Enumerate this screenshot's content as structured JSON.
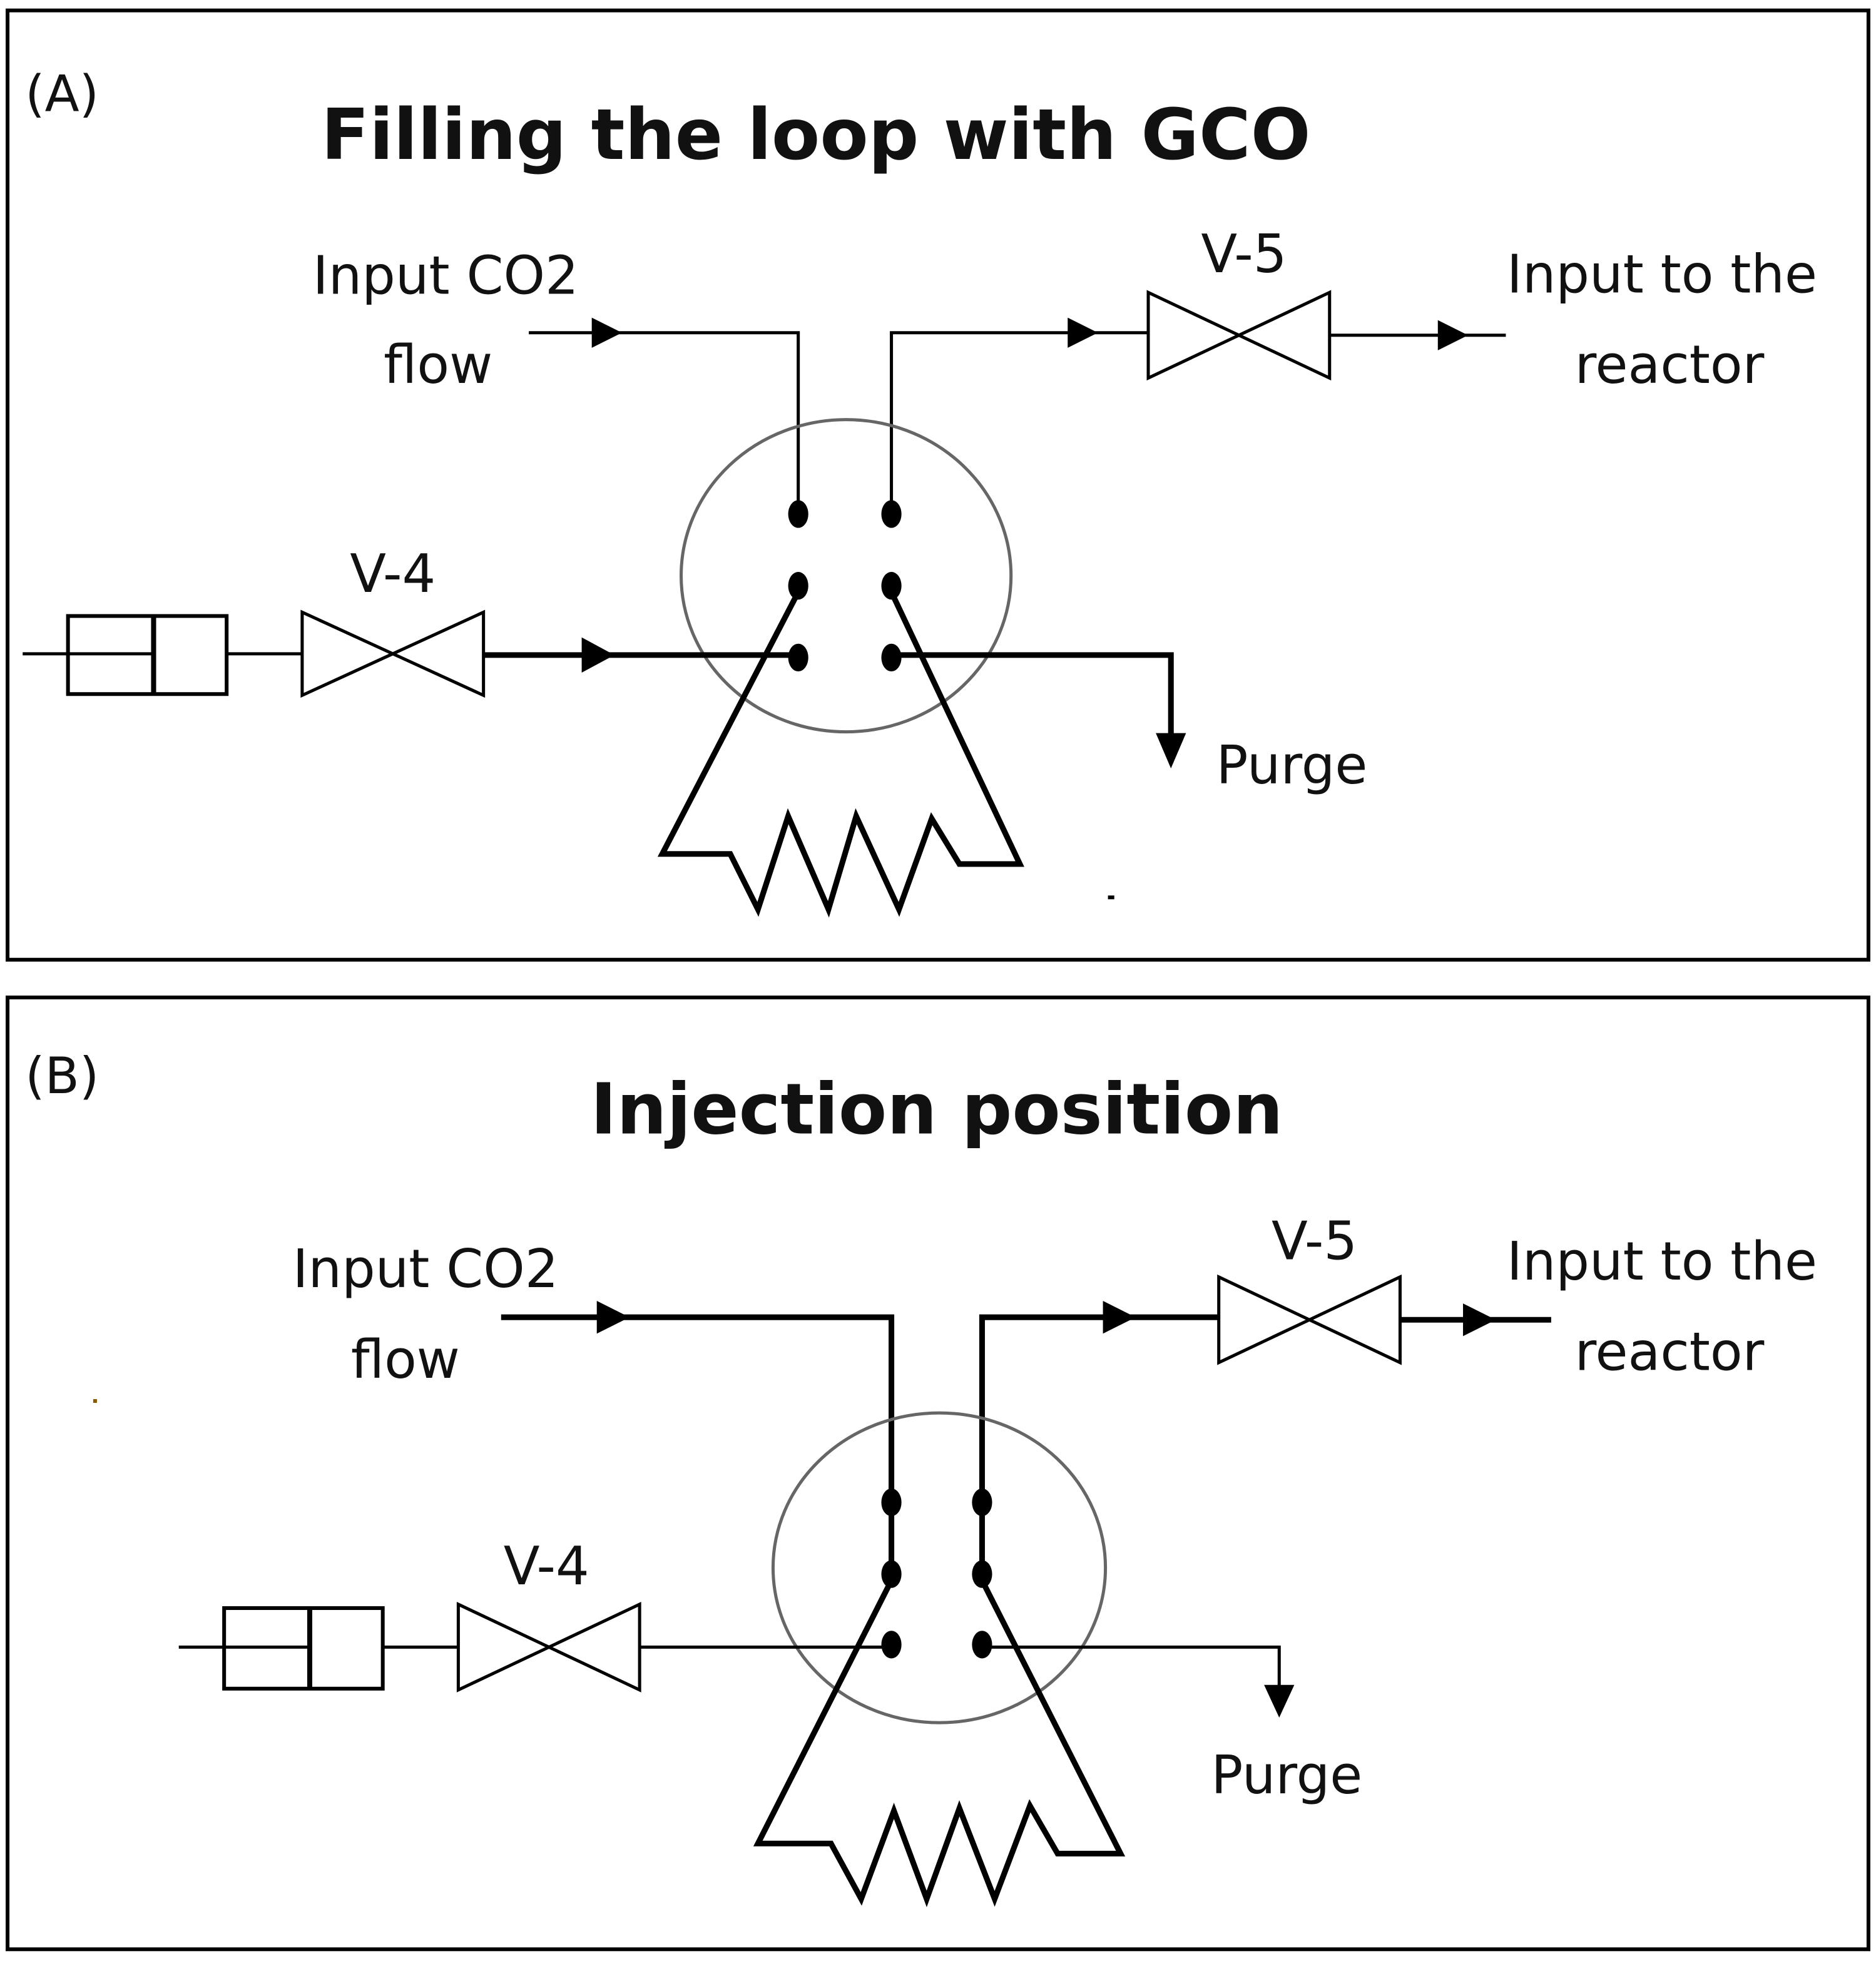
{
  "figure": {
    "panels": [
      {
        "id": "A",
        "label": "(A)",
        "title": "Filling the loop with GCO",
        "labels": {
          "input_co2_line1": "Input CO2",
          "input_co2_line2": "flow",
          "v5": "V-5",
          "v4": "V-4",
          "reactor_line1": "Input to the",
          "reactor_line2": "reactor",
          "purge": "Purge"
        },
        "state": "loop-filling"
      },
      {
        "id": "B",
        "label": "(B)",
        "title": "Injection position",
        "labels": {
          "input_co2_line1": "Input CO2",
          "input_co2_line2": "flow",
          "v5": "V-5",
          "v4": "V-4",
          "reactor_line1": "Input to the",
          "reactor_line2": "reactor",
          "purge": "Purge"
        },
        "state": "injection"
      }
    ],
    "colors": {
      "line": "#000000",
      "rotor": "#666666",
      "background": "#ffffff"
    }
  }
}
